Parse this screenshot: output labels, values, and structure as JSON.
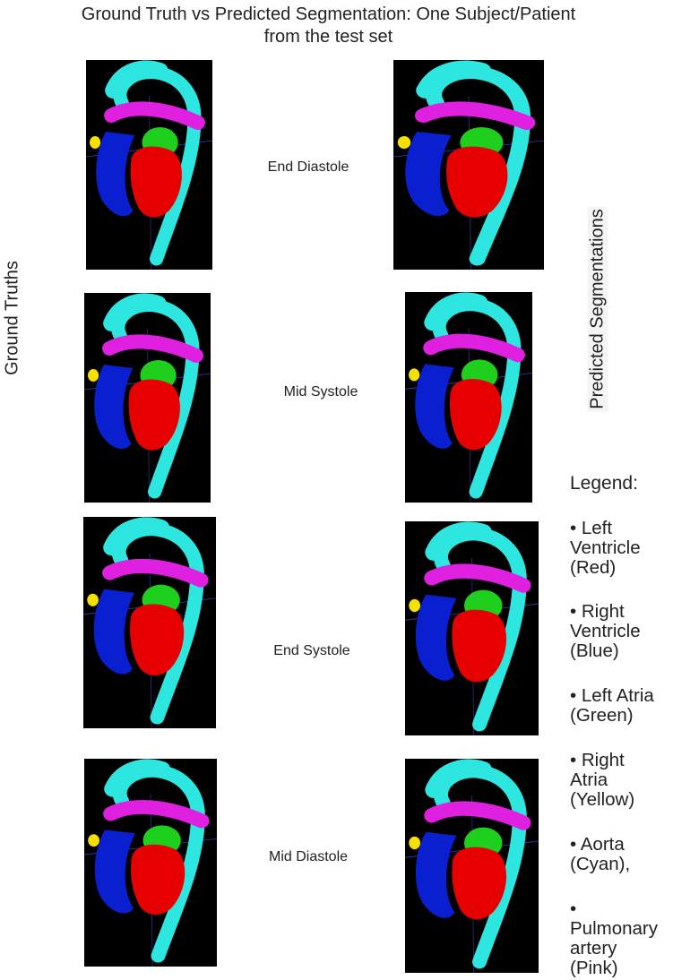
{
  "title": {
    "line1": "Ground Truth vs Predicted Segmentation: One Subject/Patient",
    "line2": "from the test set"
  },
  "side_labels": {
    "left": "Ground Truths",
    "right": "Predicted Segmentations"
  },
  "phases": [
    "End Diastole",
    "Mid Systole",
    "End Systole",
    "Mid Diastole"
  ],
  "legend": {
    "title": "Legend:",
    "items": [
      {
        "text": "• Left\nVentricle\n(Red)",
        "color": "#ff0000"
      },
      {
        "text": "• Right\nVentricle\n(Blue)",
        "color": "#0000ff"
      },
      {
        "text": "• Left Atria\n(Green)",
        "color": "#00ff00"
      },
      {
        "text": "• Right\nAtria\n(Yellow)",
        "color": "#ffff00"
      },
      {
        "text": "• Aorta\n(Cyan),",
        "color": "#00ffff"
      },
      {
        "text": "•\nPulmonary\nartery\n(Pink)",
        "color": "#ff00ff"
      }
    ]
  },
  "colors": {
    "left_ventricle": "#e60000",
    "right_ventricle": "#0a1fd0",
    "left_atria": "#1ecf1e",
    "right_atria": "#f5e000",
    "aorta": "#2ee6e0",
    "pulmonary_artery": "#e020e0",
    "panel_background": "#000000",
    "axis_line": "#4a4ae0"
  }
}
